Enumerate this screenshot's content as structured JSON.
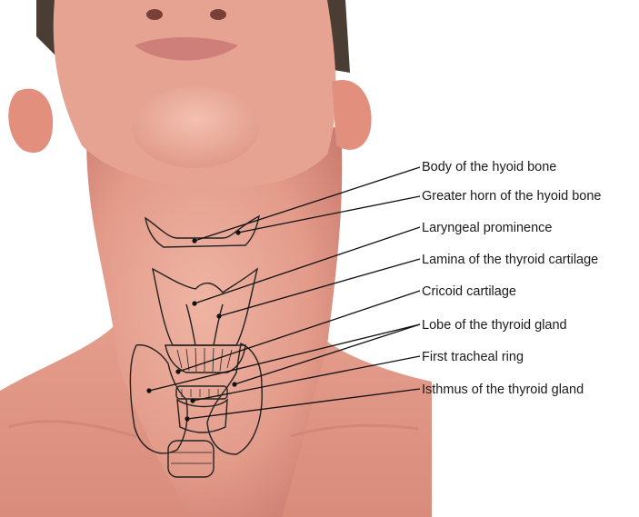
{
  "labels": [
    "Body of the hyoid bone",
    "Greater horn of the hyoid bone",
    "Laryngeal prominence",
    "Lamina of the thyroid cartilage",
    "Cricoid cartilage",
    "Lobe of the thyroid gland",
    "First tracheal ring",
    "Isthmus of the thyroid gland"
  ],
  "colors": {
    "skin": "#e6a393",
    "skin_shadow": "#c97a6d",
    "hair": "#4a3d33",
    "outline": "#222222",
    "leader_line": "#111111"
  }
}
